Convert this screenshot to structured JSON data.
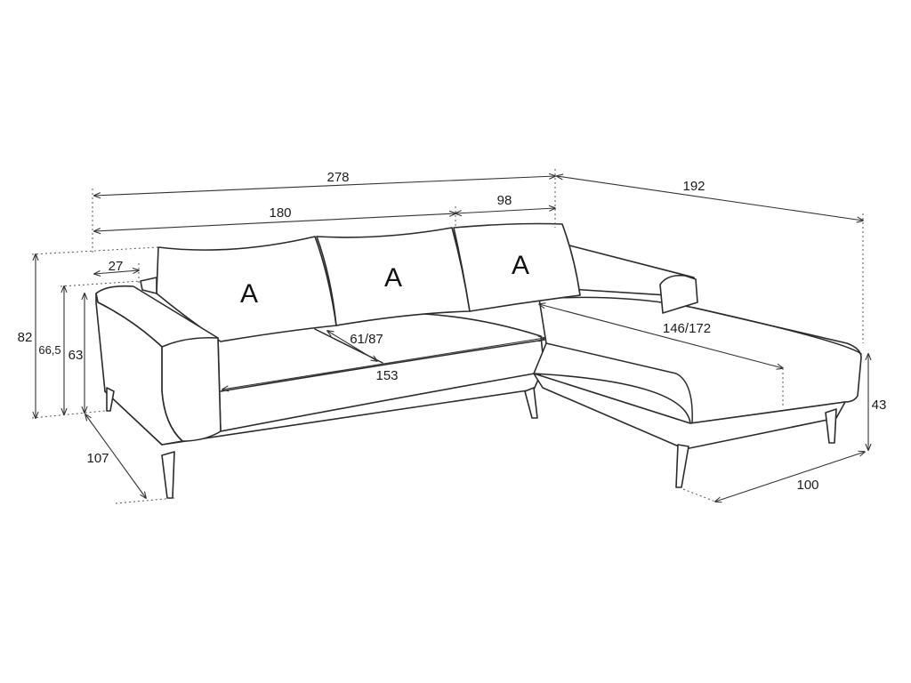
{
  "diagram": {
    "cushion_labels": [
      "A",
      "A",
      "A"
    ],
    "dimensions": {
      "total_width": "278",
      "corner_depth": "192",
      "main_width": "180",
      "chaise_width": "98",
      "armrest_width": "27",
      "total_height": "82",
      "seat_back_height": "66,5",
      "armrest_height": "63",
      "seat_depth": "61/87",
      "seat_width": "153",
      "chaise_length": "146/172",
      "chaise_height": "43",
      "depth": "107",
      "chaise_depth": "100"
    }
  }
}
